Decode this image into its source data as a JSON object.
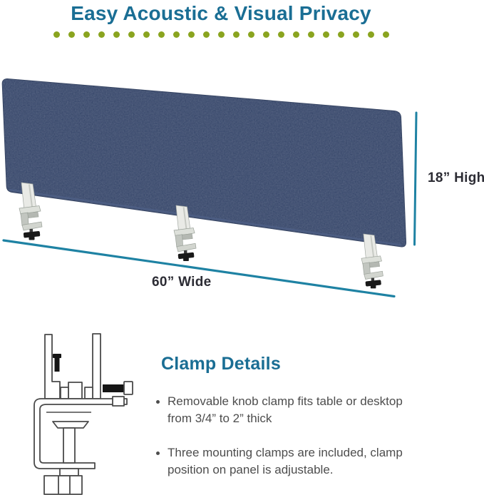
{
  "header": {
    "title": "Easy Acoustic & Visual Privacy",
    "dots_count": 23,
    "title_color": "#1A6E94",
    "dot_color": "#8AA41F"
  },
  "diagram": {
    "panel_color": "#39496C",
    "dimension_line_color": "#1E82A3",
    "height_label": "18” High",
    "width_label": "60” Wide",
    "clamp_count": 3
  },
  "clamp_details": {
    "heading": "Clamp Details",
    "bullets": [
      "Removable knob clamp fits table or desktop from 3/4” to 2” thick",
      "Three mounting clamps are included, clamp position on panel is adjustable."
    ]
  }
}
